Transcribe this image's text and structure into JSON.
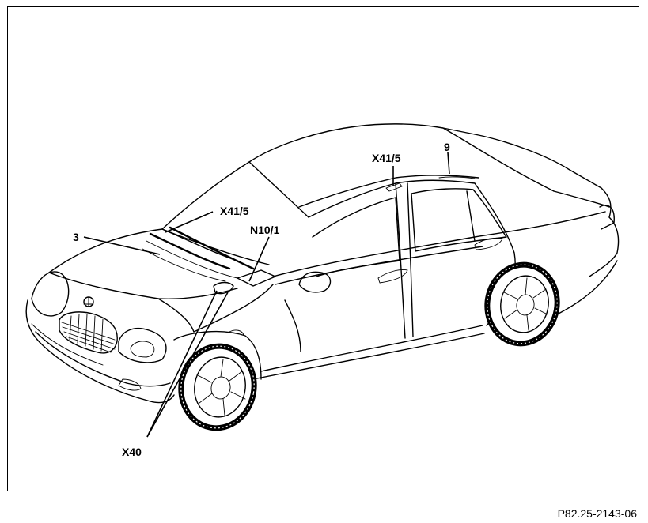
{
  "labels": {
    "x41_5_hood": "X41/5",
    "x41_5_roof": "X41/5",
    "n10_1": "N10/1",
    "item_3": "3",
    "item_9": "9",
    "x40": "X40"
  },
  "figure_ref": "P82.25-2143-06"
}
